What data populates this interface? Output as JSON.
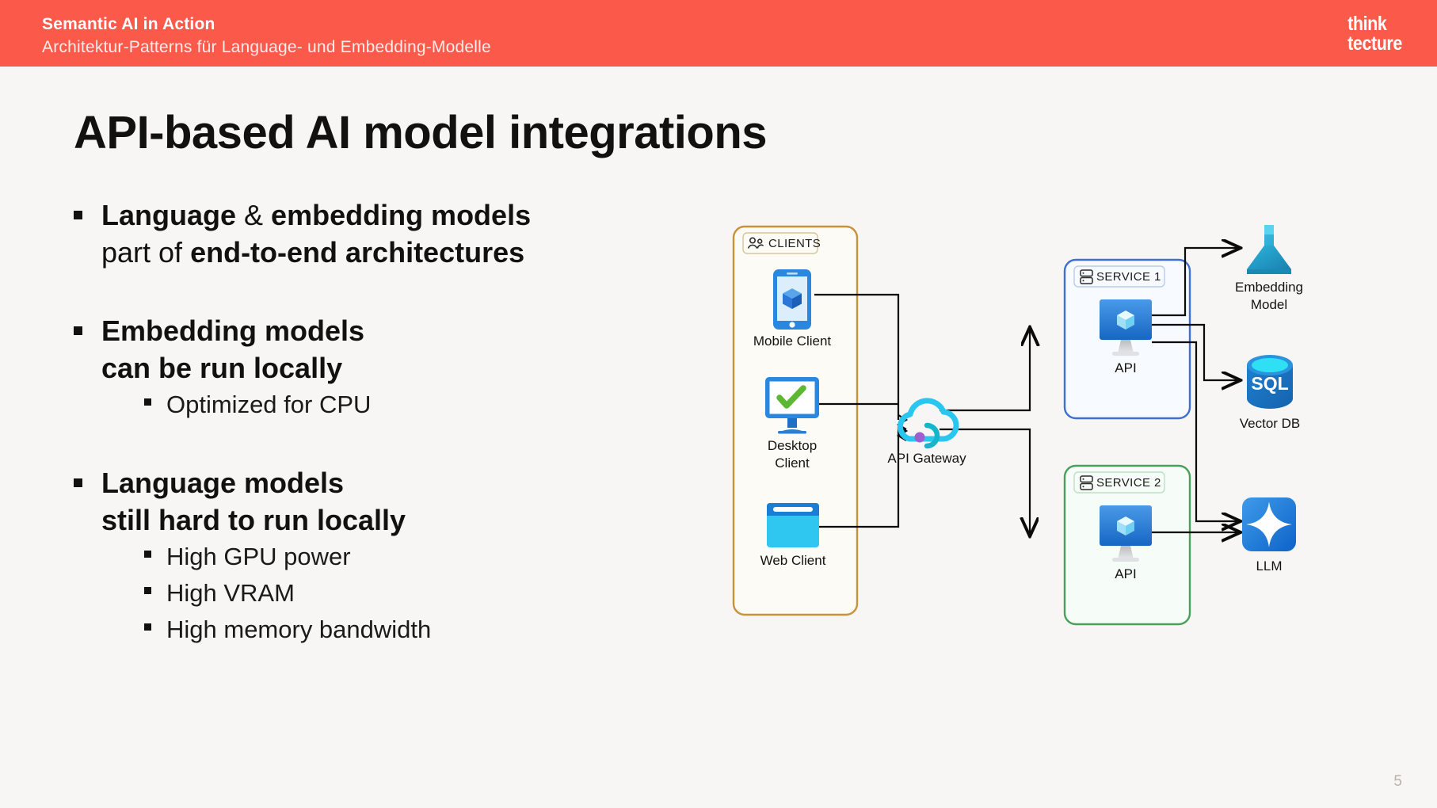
{
  "header": {
    "title": "Semantic AI in Action",
    "subtitle": "Architektur-Patterns für Language- und Embedding-Modelle",
    "logo_line1": "think",
    "logo_line2": "tecture",
    "bg_color": "#fb5a4b"
  },
  "slide": {
    "title": "API-based AI model integrations",
    "page_number": "5",
    "background": "#f7f6f4"
  },
  "bullets": [
    {
      "level": 1,
      "runs": [
        {
          "text": "Language ",
          "bold": true
        },
        {
          "text": "& ",
          "bold": false
        },
        {
          "text": "embedding models",
          "bold": true
        }
      ]
    },
    {
      "level": 1,
      "continuation": true,
      "runs": [
        {
          "text": "part of ",
          "bold": false
        },
        {
          "text": "end-to-end architectures",
          "bold": true
        }
      ]
    },
    {
      "level": 1,
      "runs": [
        {
          "text": "Embedding models",
          "bold": true
        }
      ]
    },
    {
      "level": 1,
      "continuation": true,
      "runs": [
        {
          "text": "can be run locally",
          "bold": true
        }
      ]
    },
    {
      "level": 2,
      "runs": [
        {
          "text": "Optimized for CPU",
          "bold": false
        }
      ]
    },
    {
      "level": 1,
      "runs": [
        {
          "text": "Language models",
          "bold": true
        }
      ]
    },
    {
      "level": 1,
      "continuation": true,
      "runs": [
        {
          "text": "still hard to run locally",
          "bold": true
        }
      ]
    },
    {
      "level": 2,
      "runs": [
        {
          "text": "High GPU power",
          "bold": false
        }
      ]
    },
    {
      "level": 2,
      "runs": [
        {
          "text": "High VRAM",
          "bold": false
        }
      ]
    },
    {
      "level": 2,
      "runs": [
        {
          "text": "High memory bandwidth",
          "bold": false
        }
      ]
    }
  ],
  "bullet_text": {
    "b1_language": "Language ",
    "b1_amp": "& ",
    "b1_embedding": "embedding models",
    "b2_partof": "part of ",
    "b2_e2e": "end-to-end architectures",
    "b3": "Embedding models",
    "b4": "can be run locally",
    "b5": "Optimized for CPU",
    "b6": "Language models",
    "b7": "still hard to run locally",
    "b8": "High GPU power",
    "b9": "High VRAM",
    "b10": "High memory bandwidth"
  },
  "diagram": {
    "groups": [
      {
        "name": "clients-group",
        "label": "CLIENTS",
        "icon": "people-icon",
        "border_color": "#c79338"
      },
      {
        "name": "service1-group",
        "label": "SERVICE 1",
        "icon": "server-stack-icon",
        "border_color": "#3f6fd1"
      },
      {
        "name": "service2-group",
        "label": "SERVICE 2",
        "icon": "server-stack-icon",
        "border_color": "#4aa05a"
      }
    ],
    "nodes": [
      {
        "name": "mobile-client",
        "label": "Mobile Client",
        "icon": "mobile-phone-cube-icon"
      },
      {
        "name": "desktop-client",
        "label": "Desktop\nClient",
        "label_line1": "Desktop",
        "label_line2": "Client",
        "icon": "monitor-check-icon"
      },
      {
        "name": "web-client",
        "label": "Web Client",
        "icon": "browser-window-icon"
      },
      {
        "name": "api-gateway",
        "label": "API Gateway",
        "icon": "cloud-gateway-icon"
      },
      {
        "name": "service1-api",
        "label": "API",
        "icon": "api-monitor-cube-icon"
      },
      {
        "name": "service2-api",
        "label": "API",
        "icon": "api-monitor-cube-icon"
      },
      {
        "name": "embedding-model",
        "label": "Embedding\nModel",
        "label_line1": "Embedding",
        "label_line2": "Model",
        "icon": "azure-ml-flask-icon"
      },
      {
        "name": "vector-db",
        "label": "Vector DB",
        "icon": "sql-database-icon",
        "icon_text": "SQL"
      },
      {
        "name": "llm",
        "label": "LLM",
        "icon": "sparkle-square-icon"
      }
    ],
    "colors": {
      "clients_border": "#c79338",
      "service1_border": "#3f6fd1",
      "service2_border": "#4aa05a",
      "clients_fill": "#fdfbf6",
      "service1_fill": "#f7faff",
      "service2_fill": "#f6fcf7",
      "connector": "#0b0b0b",
      "cloud": "#29c7ef",
      "accent_blue": "#2a7fd4",
      "accent_cyan": "#29c6f0",
      "green_check": "#5cb832",
      "purple_dot": "#9b5fd0"
    }
  }
}
